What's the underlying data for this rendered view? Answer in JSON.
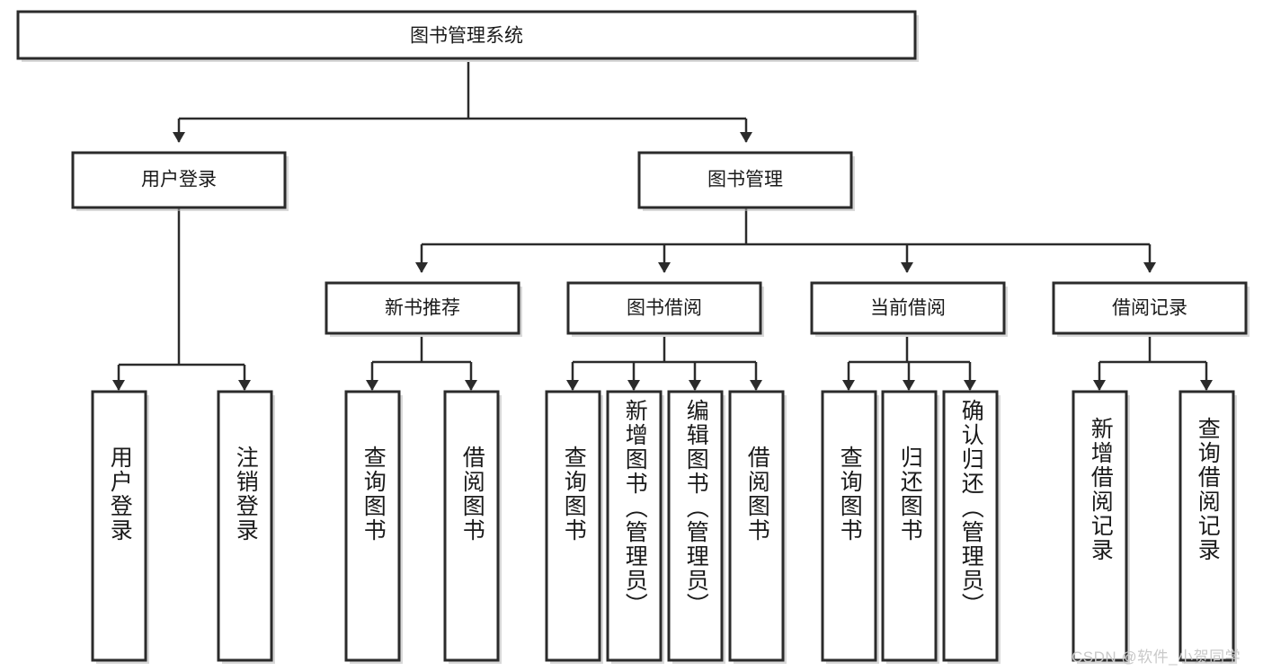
{
  "diagram": {
    "title_node": {
      "label": "图书管理系统"
    },
    "level2": [
      {
        "id": "user-login",
        "label": "用户登录"
      },
      {
        "id": "book-management",
        "label": "图书管理"
      }
    ],
    "level3": [
      {
        "id": "new-book-recommend",
        "label": "新书推荐"
      },
      {
        "id": "book-borrow",
        "label": "图书借阅"
      },
      {
        "id": "current-borrow",
        "label": "当前借阅"
      },
      {
        "id": "borrow-record",
        "label": "借阅记录"
      }
    ],
    "leaves": {
      "user_login": [
        {
          "id": "leaf-user-login",
          "label": "用户登录"
        },
        {
          "id": "leaf-logout-login",
          "label": "注销登录"
        }
      ],
      "new_book_recommend": [
        {
          "id": "leaf-query-book-1",
          "label": "查询图书"
        },
        {
          "id": "leaf-borrow-book-1",
          "label": "借阅图书"
        }
      ],
      "book_borrow": [
        {
          "id": "leaf-query-book-2",
          "label": "查询图书"
        },
        {
          "id": "leaf-add-book-admin",
          "label": "新增图书（管理员）"
        },
        {
          "id": "leaf-edit-book-admin",
          "label": "编辑图书（管理员）"
        },
        {
          "id": "leaf-borrow-book-2",
          "label": "借阅图书"
        }
      ],
      "current_borrow": [
        {
          "id": "leaf-query-book-3",
          "label": "查询图书"
        },
        {
          "id": "leaf-return-book",
          "label": "归还图书"
        },
        {
          "id": "leaf-confirm-return-admin",
          "label": "确认归还（管理员）"
        }
      ],
      "borrow_record": [
        {
          "id": "leaf-add-borrow-record",
          "label": "新增借阅记录"
        },
        {
          "id": "leaf-query-borrow-record",
          "label": "查询借阅记录"
        }
      ]
    }
  },
  "watermark": {
    "text": "CSDN @软件_小贺同学"
  },
  "colors": {
    "box_stroke": "#2b2b2b",
    "box_fill": "#ffffff",
    "text": "#1a1a1a",
    "watermark": "#c9c9c9",
    "background": "#ffffff"
  },
  "chart_data": {
    "type": "tree-diagram",
    "title": "图书管理系统",
    "orientation": "top-down",
    "levels": 4,
    "nodes": [
      {
        "level": 1,
        "label": "图书管理系统",
        "children": [
          "用户登录",
          "图书管理"
        ]
      },
      {
        "level": 2,
        "label": "用户登录",
        "children": [
          "用户登录",
          "注销登录"
        ]
      },
      {
        "level": 2,
        "label": "图书管理",
        "children": [
          "新书推荐",
          "图书借阅",
          "当前借阅",
          "借阅记录"
        ]
      },
      {
        "level": 3,
        "label": "新书推荐",
        "children": [
          "查询图书",
          "借阅图书"
        ]
      },
      {
        "level": 3,
        "label": "图书借阅",
        "children": [
          "查询图书",
          "新增图书（管理员）",
          "编辑图书（管理员）",
          "借阅图书"
        ]
      },
      {
        "level": 3,
        "label": "当前借阅",
        "children": [
          "查询图书",
          "归还图书",
          "确认归还（管理员）"
        ]
      },
      {
        "level": 3,
        "label": "借阅记录",
        "children": [
          "新增借阅记录",
          "查询借阅记录"
        ]
      }
    ]
  }
}
